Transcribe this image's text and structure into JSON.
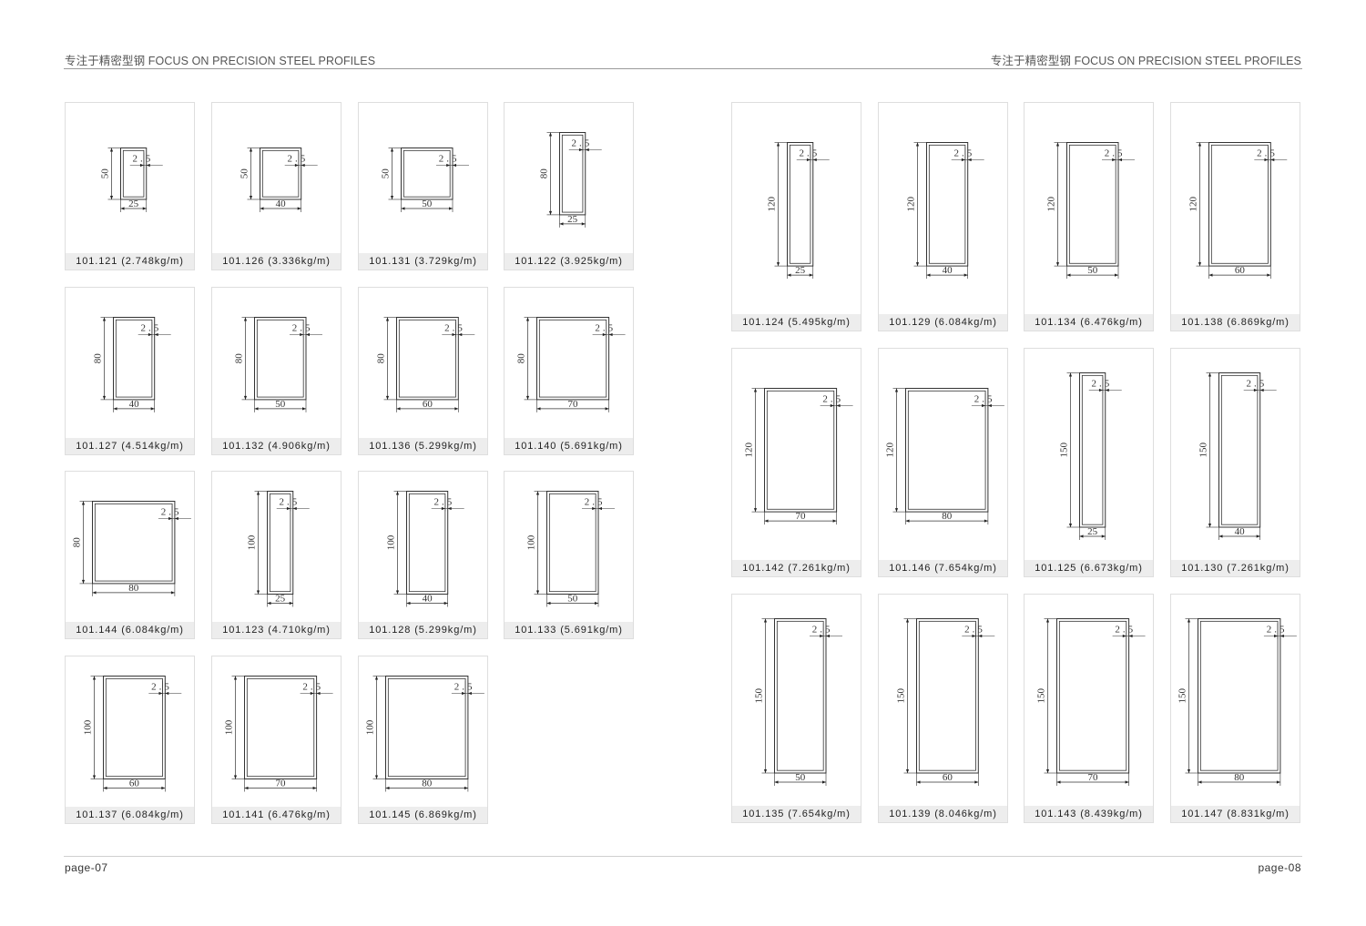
{
  "header": {
    "left_title": "专注于精密型钢 FOCUS ON PRECISION STEEL PROFILES",
    "right_title": "专注于精密型钢 FOCUS ON PRECISION STEEL PROFILES"
  },
  "footer": {
    "left_page": "page-07",
    "right_page": "page-08"
  },
  "profiles": [
    {
      "code": "101.121",
      "weight": "2.748kg/m",
      "label": "101.121 (2.748kg/m)",
      "width": "25",
      "height": "50",
      "thickness": "2.5"
    },
    {
      "code": "101.126",
      "weight": "3.336kg/m",
      "label": "101.126 (3.336kg/m)",
      "width": "40",
      "height": "50",
      "thickness": "2.5"
    },
    {
      "code": "101.131",
      "weight": "3.729kg/m",
      "label": "101.131 (3.729kg/m)",
      "width": "50",
      "height": "50",
      "thickness": "2.5"
    },
    {
      "code": "101.122",
      "weight": "3.925kg/m",
      "label": "101.122 (3.925kg/m)",
      "width": "25",
      "height": "80",
      "thickness": "2.5"
    },
    {
      "code": "101.127",
      "weight": "4.514kg/m",
      "label": "101.127 (4.514kg/m)",
      "width": "40",
      "height": "80",
      "thickness": "2.5"
    },
    {
      "code": "101.132",
      "weight": "4.906kg/m",
      "label": "101.132 (4.906kg/m)",
      "width": "50",
      "height": "80",
      "thickness": "2.5"
    },
    {
      "code": "101.136",
      "weight": "5.299kg/m",
      "label": "101.136 (5.299kg/m)",
      "width": "60",
      "height": "80",
      "thickness": "2.5"
    },
    {
      "code": "101.140",
      "weight": "5.691kg/m",
      "label": "101.140 (5.691kg/m)",
      "width": "70",
      "height": "80",
      "thickness": "2.5"
    },
    {
      "code": "101.144",
      "weight": "6.084kg/m",
      "label": "101.144 (6.084kg/m)",
      "width": "80",
      "height": "80",
      "thickness": "2.5"
    },
    {
      "code": "101.123",
      "weight": "4.710kg/m",
      "label": "101.123 (4.710kg/m)",
      "width": "25",
      "height": "100",
      "thickness": "2.5"
    },
    {
      "code": "101.128",
      "weight": "5.299kg/m",
      "label": "101.128 (5.299kg/m)",
      "width": "40",
      "height": "100",
      "thickness": "2.5"
    },
    {
      "code": "101.133",
      "weight": "5.691kg/m",
      "label": "101.133 (5.691kg/m)",
      "width": "50",
      "height": "100",
      "thickness": "2.5"
    },
    {
      "code": "101.137",
      "weight": "6.084kg/m",
      "label": "101.137 (6.084kg/m)",
      "width": "60",
      "height": "100",
      "thickness": "2.5"
    },
    {
      "code": "101.141",
      "weight": "6.476kg/m",
      "label": "101.141 (6.476kg/m)",
      "width": "70",
      "height": "100",
      "thickness": "2.5"
    },
    {
      "code": "101.145",
      "weight": "6.869kg/m",
      "label": "101.145 (6.869kg/m)",
      "width": "80",
      "height": "100",
      "thickness": "2.5"
    },
    {
      "code": "101.124",
      "weight": "5.495kg/m",
      "label": "101.124 (5.495kg/m)",
      "width": "25",
      "height": "120",
      "thickness": "2.5"
    },
    {
      "code": "101.129",
      "weight": "6.084kg/m",
      "label": "101.129 (6.084kg/m)",
      "width": "40",
      "height": "120",
      "thickness": "2.5"
    },
    {
      "code": "101.134",
      "weight": "6.476kg/m",
      "label": "101.134 (6.476kg/m)",
      "width": "50",
      "height": "120",
      "thickness": "2.5"
    },
    {
      "code": "101.138",
      "weight": "6.869kg/m",
      "label": "101.138 (6.869kg/m)",
      "width": "60",
      "height": "120",
      "thickness": "2.5"
    },
    {
      "code": "101.142",
      "weight": "7.261kg/m",
      "label": "101.142 (7.261kg/m)",
      "width": "70",
      "height": "120",
      "thickness": "2.5"
    },
    {
      "code": "101.146",
      "weight": "7.654kg/m",
      "label": "101.146 (7.654kg/m)",
      "width": "80",
      "height": "120",
      "thickness": "2.5"
    },
    {
      "code": "101.125",
      "weight": "6.673kg/m",
      "label": "101.125 (6.673kg/m)",
      "width": "25",
      "height": "150",
      "thickness": "2.5"
    },
    {
      "code": "101.130",
      "weight": "7.261kg/m",
      "label": "101.130 (7.261kg/m)",
      "width": "40",
      "height": "150",
      "thickness": "2.5"
    },
    {
      "code": "101.135",
      "weight": "7.654kg/m",
      "label": "101.135 (7.654kg/m)",
      "width": "50",
      "height": "150",
      "thickness": "2.5"
    },
    {
      "code": "101.139",
      "weight": "8.046kg/m",
      "label": "101.139 (8.046kg/m)",
      "width": "60",
      "height": "150",
      "thickness": "2.5"
    },
    {
      "code": "101.143",
      "weight": "8.439kg/m",
      "label": "101.143 (8.439kg/m)",
      "width": "70",
      "height": "150",
      "thickness": "2.5"
    },
    {
      "code": "101.147",
      "weight": "8.831kg/m",
      "label": "101.147 (8.831kg/m)",
      "width": "80",
      "height": "150",
      "thickness": "2.5"
    }
  ]
}
